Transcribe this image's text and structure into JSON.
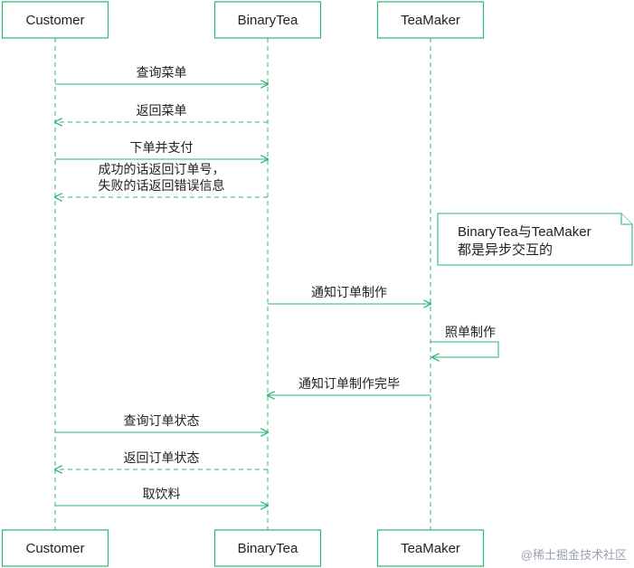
{
  "actors": [
    "Customer",
    "BinaryTea",
    "TeaMaker"
  ],
  "messages": [
    {
      "text": [
        "查询菜单"
      ],
      "from": 0,
      "to": 1,
      "style": "solid"
    },
    {
      "text": [
        "返回菜单"
      ],
      "from": 1,
      "to": 0,
      "style": "dashed"
    },
    {
      "text": [
        "下单并支付"
      ],
      "from": 0,
      "to": 1,
      "style": "solid"
    },
    {
      "text": [
        "成功的话返回订单号，",
        "失败的话返回错误信息"
      ],
      "from": 1,
      "to": 0,
      "style": "dashed"
    },
    {
      "text": [
        "通知订单制作"
      ],
      "from": 1,
      "to": 2,
      "style": "solid"
    },
    {
      "text": [
        "照单制作"
      ],
      "from": 2,
      "to": 2,
      "style": "self"
    },
    {
      "text": [
        "通知订单制作完毕"
      ],
      "from": 2,
      "to": 1,
      "style": "solid"
    },
    {
      "text": [
        "查询订单状态"
      ],
      "from": 0,
      "to": 1,
      "style": "solid"
    },
    {
      "text": [
        "返回订单状态"
      ],
      "from": 1,
      "to": 0,
      "style": "dashed"
    },
    {
      "text": [
        "取饮料"
      ],
      "from": 0,
      "to": 1,
      "style": "solid"
    }
  ],
  "note": {
    "lines": [
      "BinaryTea与TeaMaker",
      "都是异步交互的"
    ]
  },
  "watermark": "@稀土掘金技术社区",
  "colors": {
    "accent": "#2bb673",
    "text": "#222222"
  }
}
